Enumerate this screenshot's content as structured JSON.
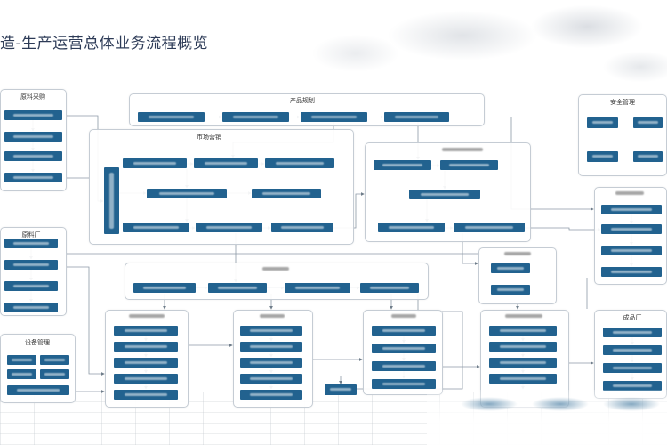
{
  "title": "造-生产运营总体业务流程概览",
  "sections": {
    "product_planning": "产品规划",
    "marketing": "市场营销",
    "raw_material_purchase": "原料采购",
    "raw_material_plant": "原料厂",
    "equipment_management": "设备管理",
    "safety_management": "安全管理",
    "finished_goods_plant": "成品厂"
  },
  "colors": {
    "process_box": "#22628f",
    "panel_border": "#c5ccd4",
    "title": "#2d3b57",
    "connector": "#8c99a6"
  }
}
